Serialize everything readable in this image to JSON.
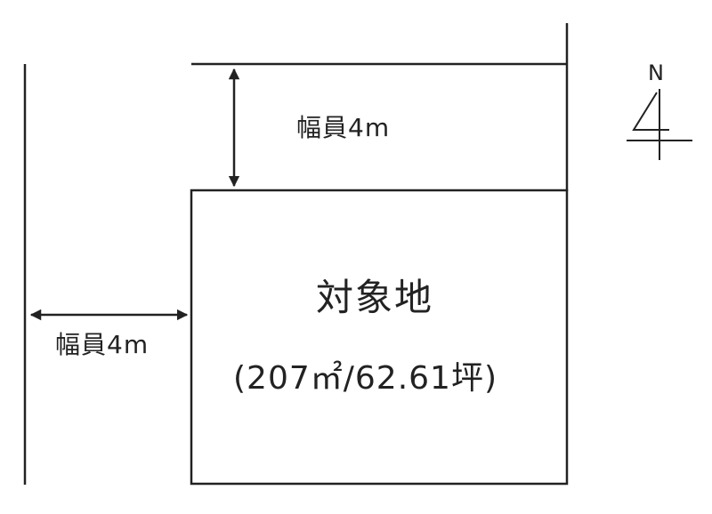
{
  "diagram": {
    "north_label": "N",
    "road_north": {
      "label": "幅員4m"
    },
    "road_west": {
      "label": "幅員4m"
    },
    "plot": {
      "title": "対象地",
      "area": "(207㎡/62.61坪)"
    },
    "colors": {
      "line": "#222222",
      "background": "#ffffff"
    }
  }
}
